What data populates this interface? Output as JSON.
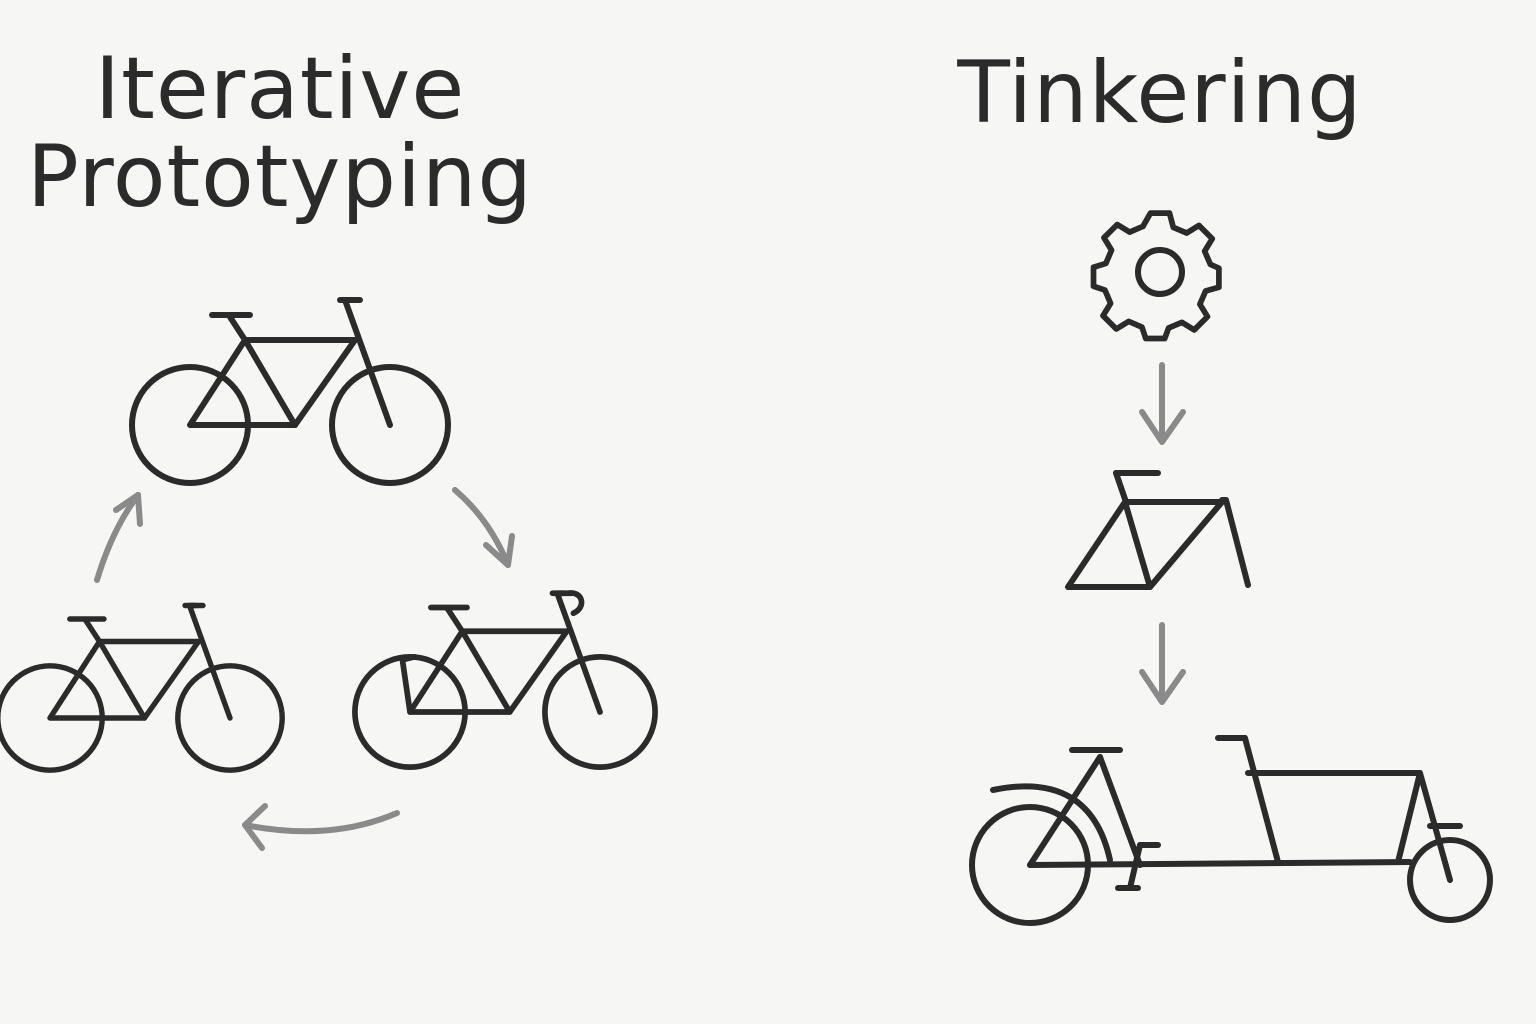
{
  "left_panel": {
    "title_line1": "Iterative",
    "title_line2": "Prototyping"
  },
  "right_panel": {
    "title": "Tinkering"
  },
  "colors": {
    "background": "#f6f6f5",
    "ink": "#2b2b2b",
    "arrow": "#8a8a8a"
  },
  "icons": [
    "bicycle-icon",
    "gear-icon",
    "bicycle-frame-icon",
    "cargo-bike-icon",
    "cycle-arrow-icon",
    "down-arrow-icon"
  ]
}
